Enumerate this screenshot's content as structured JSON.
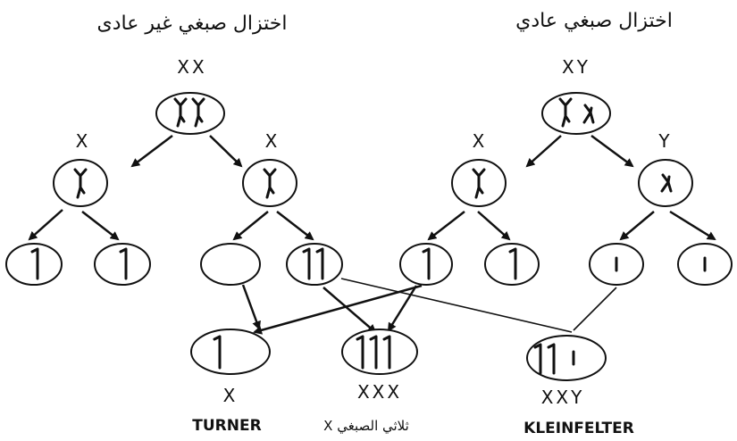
{
  "titles": {
    "abnormal": "اختزال صبغي غير عادى",
    "normal": "اختزال صبغي عادي"
  },
  "parents": {
    "female": "XX",
    "male": "XY"
  },
  "gametes": {
    "female_left": "X",
    "female_right": "X",
    "male_left": "X",
    "male_right": "Y"
  },
  "offspring": {
    "turner_genotype": "X",
    "triple_x_genotype": "XXX",
    "klinefelter_genotype": "XXY",
    "turner_name": "TURNER",
    "triple_x_name": "ثلاثي الصبغي X",
    "klinefelter_name": "KLEINFELTER"
  }
}
